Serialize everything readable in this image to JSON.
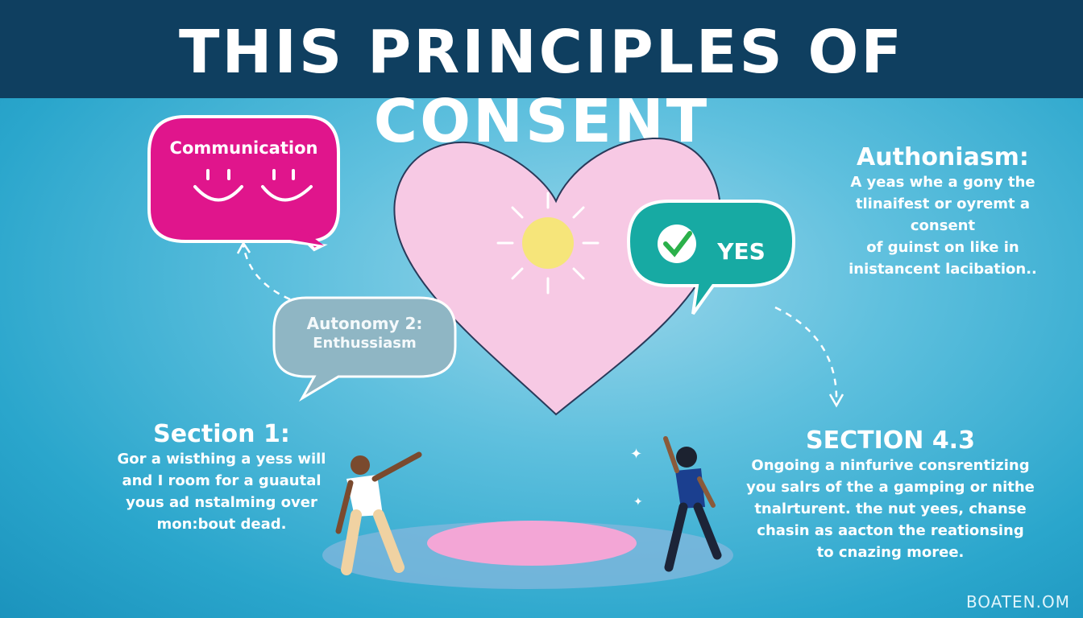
{
  "title": "THIS PRINCIPLES OF CONSENT",
  "bubbles": {
    "communication": {
      "label": "Communication",
      "color": "#e0158c",
      "icon": "smiley-faces-icon"
    },
    "autonomy": {
      "label_line1": "Autonomy 2:",
      "label_line2": "Enthussiasm",
      "color": "#8fb6c4"
    },
    "yes": {
      "label": "YES",
      "color": "#17aaa3",
      "icon": "checkmark-icon"
    }
  },
  "heart": {
    "color": "#f5c6e2",
    "icon": "sun-icon"
  },
  "sections": {
    "top_right": {
      "heading": "Authoniasm:",
      "lines": [
        "A yeas whe a gony the",
        "tlinaifest or oyremt a consent",
        "of guinst on like in",
        "inistancent lacibation.."
      ]
    },
    "left": {
      "heading": "Section 1:",
      "lines": [
        "Gor a wisthing a yess will",
        "and I room for a guautal",
        "yous ad nstalming over",
        "mon:bout dead."
      ]
    },
    "right": {
      "heading": "SECTION 4.3",
      "lines": [
        "Ongoing a ninfurive consrentizing",
        "you salrs of the a gamping or nithe",
        "tnalrturent. the nut yees, chanse",
        "chasin as aacton the reationsing",
        "to cnazing moree."
      ]
    }
  },
  "watermark": "BOATEN.OM",
  "colors": {
    "header": "#0f3f60",
    "background": "#2aa6cc"
  }
}
